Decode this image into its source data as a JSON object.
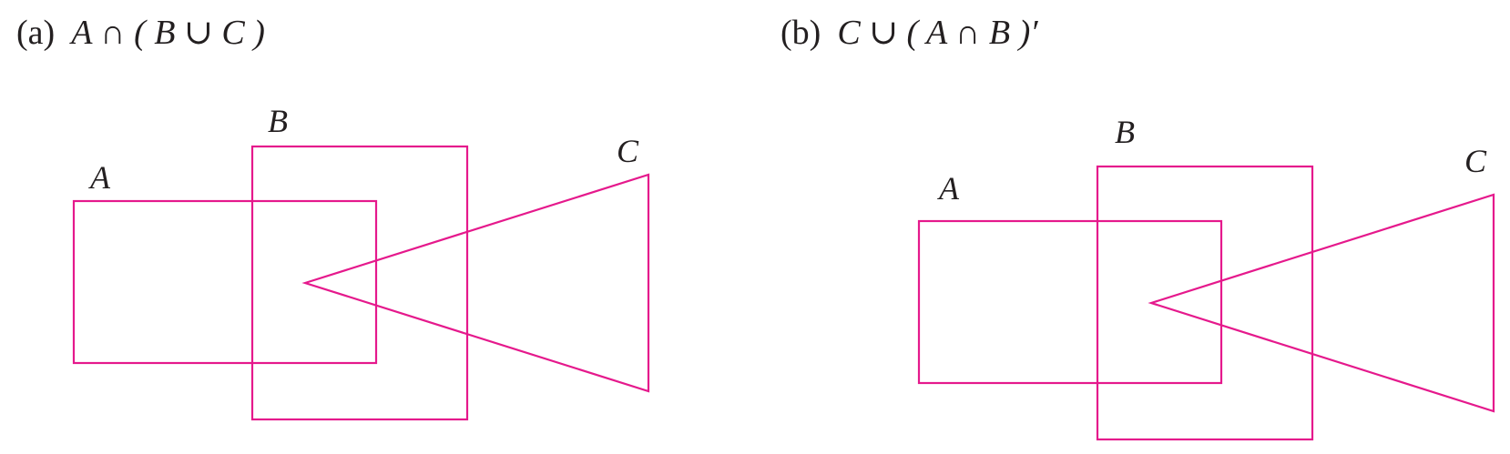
{
  "colors": {
    "outline": "#e5198c",
    "text": "#231f20"
  },
  "panels": [
    {
      "tag": "(a)",
      "expression": "A ∩ ( B ∪ C )",
      "labels": {
        "A": "A",
        "B": "B",
        "C": "C"
      }
    },
    {
      "tag": "(b)",
      "expression": "C ∪ ( A ∩ B )′",
      "labels": {
        "A": "A",
        "B": "B",
        "C": "C"
      }
    }
  ]
}
